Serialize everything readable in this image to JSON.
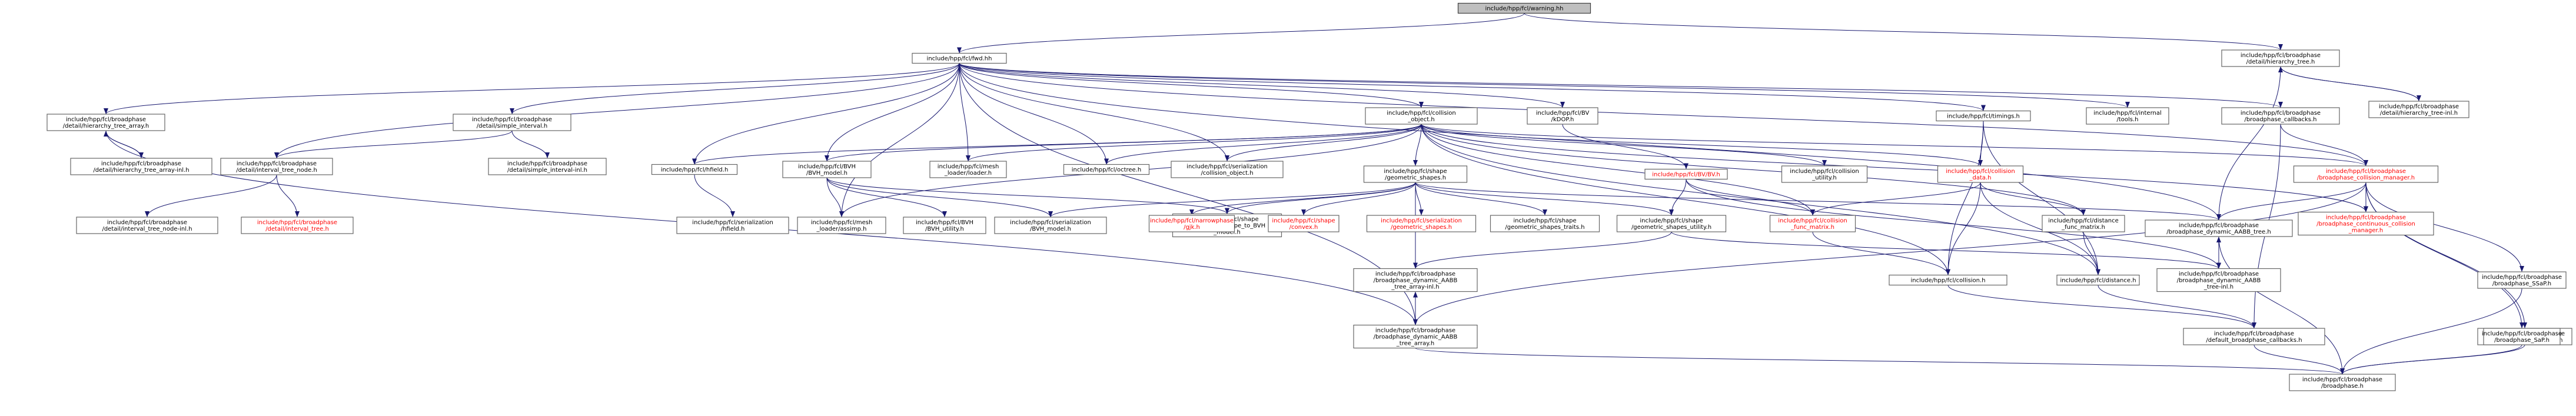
{
  "graph": {
    "nodes": [
      {
        "id": "warning",
        "lines": [
          "include/hpp/fcl/warning.hh"
        ],
        "root": true
      },
      {
        "id": "fwd",
        "lines": [
          "include/hpp/fcl/fwd.hh"
        ]
      },
      {
        "id": "hier_tree_h",
        "lines": [
          "include/hpp/fcl/broadphase",
          "/detail/hierarchy_tree.h"
        ]
      },
      {
        "id": "hier_tree_inl",
        "lines": [
          "include/hpp/fcl/broadphase",
          "/detail/hierarchy_tree-inl.h"
        ]
      },
      {
        "id": "hier_tree_array_h",
        "lines": [
          "include/hpp/fcl/broadphase",
          "/detail/hierarchy_tree_array.h"
        ]
      },
      {
        "id": "hier_tree_array_inl",
        "lines": [
          "include/hpp/fcl/broadphase",
          "/detail/hierarchy_tree_array-inl.h"
        ]
      },
      {
        "id": "simple_interval_h",
        "lines": [
          "include/hpp/fcl/broadphase",
          "/detail/simple_interval.h"
        ]
      },
      {
        "id": "simple_interval_inl",
        "lines": [
          "include/hpp/fcl/broadphase",
          "/detail/simple_interval-inl.h"
        ]
      },
      {
        "id": "interval_tree_node_h",
        "lines": [
          "include/hpp/fcl/broadphase",
          "/detail/interval_tree_node.h"
        ]
      },
      {
        "id": "interval_tree_node_inl",
        "lines": [
          "include/hpp/fcl/broadphase",
          "/detail/interval_tree_node-inl.h"
        ]
      },
      {
        "id": "interval_tree_h",
        "lines": [
          "include/hpp/fcl/broadphase",
          "/detail/interval_tree.h"
        ],
        "red": true
      },
      {
        "id": "hfield_h",
        "lines": [
          "include/hpp/fcl/hfield.h"
        ]
      },
      {
        "id": "ser_hfield",
        "lines": [
          "include/hpp/fcl/serialization",
          "/hfield.h"
        ]
      },
      {
        "id": "bvh_model",
        "lines": [
          "include/hpp/fcl/BVH",
          "/BVH_model.h"
        ]
      },
      {
        "id": "mesh_assimp",
        "lines": [
          "include/hpp/fcl/mesh",
          "_loader/assimp.h"
        ]
      },
      {
        "id": "bvh_utility",
        "lines": [
          "include/hpp/fcl/BVH",
          "/BVH_utility.h"
        ]
      },
      {
        "id": "ser_bvh_model",
        "lines": [
          "include/hpp/fcl/serialization",
          "/BVH_model.h"
        ]
      },
      {
        "id": "mesh_loader",
        "lines": [
          "include/hpp/fcl/mesh",
          "_loader/loader.h"
        ]
      },
      {
        "id": "octree",
        "lines": [
          "include/hpp/fcl/octree.h"
        ]
      },
      {
        "id": "ser_coll_obj",
        "lines": [
          "include/hpp/fcl/serialization",
          "/collision_object.h"
        ]
      },
      {
        "id": "coll_obj",
        "lines": [
          "include/hpp/fcl/collision",
          "_object.h"
        ]
      },
      {
        "id": "geom_shapes",
        "lines": [
          "include/hpp/fcl/shape",
          "/geometric_shapes.h"
        ]
      },
      {
        "id": "shape_to_bvh",
        "lines": [
          "include/hpp/fcl/shape",
          "/geometric_shape_to_BVH",
          "_model.h"
        ]
      },
      {
        "id": "gjk",
        "lines": [
          "include/hpp/fcl/narrowphase",
          "/gjk.h"
        ],
        "red": true
      },
      {
        "id": "convex",
        "lines": [
          "include/hpp/fcl/shape",
          "/convex.h"
        ],
        "red": true
      },
      {
        "id": "ser_geom_shapes",
        "lines": [
          "include/hpp/fcl/serialization",
          "/geometric_shapes.h"
        ],
        "red": true
      },
      {
        "id": "shapes_traits",
        "lines": [
          "include/hpp/fcl/shape",
          "/geometric_shapes_traits.h"
        ]
      },
      {
        "id": "shapes_utility",
        "lines": [
          "include/hpp/fcl/shape",
          "/geometric_shapes_utility.h"
        ]
      },
      {
        "id": "kdop",
        "lines": [
          "include/hpp/fcl/BV",
          "/kDOP.h"
        ]
      },
      {
        "id": "bv_h",
        "lines": [
          "include/hpp/fcl/BV/BV.h"
        ],
        "red": true
      },
      {
        "id": "coll_utility",
        "lines": [
          "include/hpp/fcl/collision",
          "_utility.h"
        ]
      },
      {
        "id": "coll_data",
        "lines": [
          "include/hpp/fcl/collision",
          "_data.h"
        ],
        "red": true
      },
      {
        "id": "coll_func_matrix",
        "lines": [
          "include/hpp/fcl/collision",
          "_func_matrix.h"
        ],
        "red": true
      },
      {
        "id": "dist_func_matrix",
        "lines": [
          "include/hpp/fcl/distance",
          "_func_matrix.h"
        ]
      },
      {
        "id": "timings",
        "lines": [
          "include/hpp/fcl/timings.h"
        ]
      },
      {
        "id": "internal_tools",
        "lines": [
          "include/hpp/fcl/internal",
          "/tools.h"
        ]
      },
      {
        "id": "bp_callbacks",
        "lines": [
          "include/hpp/fcl/broadphase",
          "/broadphase_callbacks.h"
        ]
      },
      {
        "id": "bp_coll_mgr",
        "lines": [
          "include/hpp/fcl/broadphase",
          "/broadphase_collision_manager.h"
        ],
        "red": true
      },
      {
        "id": "bp_cont_coll_mgr",
        "lines": [
          "include/hpp/fcl/broadphase",
          "/broadphase_continuous_collision",
          "_manager.h"
        ],
        "red": true
      },
      {
        "id": "bp_dyn_tree",
        "lines": [
          "include/hpp/fcl/broadphase",
          "/broadphase_dynamic_AABB_tree.h"
        ]
      },
      {
        "id": "bp_dyn_tree_inl",
        "lines": [
          "include/hpp/fcl/broadphase",
          "/broadphase_dynamic_AABB",
          "_tree-inl.h"
        ]
      },
      {
        "id": "bp_dyn_arr_inl",
        "lines": [
          "include/hpp/fcl/broadphase",
          "/broadphase_dynamic_AABB",
          "_tree_array-inl.h"
        ]
      },
      {
        "id": "bp_dyn_arr",
        "lines": [
          "include/hpp/fcl/broadphase",
          "/broadphase_dynamic_AABB",
          "_tree_array.h"
        ]
      },
      {
        "id": "collision_h",
        "lines": [
          "include/hpp/fcl/collision.h"
        ]
      },
      {
        "id": "distance_h",
        "lines": [
          "include/hpp/fcl/distance.h"
        ]
      },
      {
        "id": "default_cb",
        "lines": [
          "include/hpp/fcl/broadphase",
          "/default_broadphase_callbacks.h"
        ]
      },
      {
        "id": "bp_ssap",
        "lines": [
          "include/hpp/fcl/broadphase",
          "/broadphase_SSaP.h"
        ]
      },
      {
        "id": "bp_bruteforce",
        "lines": [
          "include/hpp/fcl/broadphase",
          "/broadphase_bruteforce.h"
        ]
      },
      {
        "id": "bp_sap",
        "lines": [
          "include/hpp/fcl/broadphase",
          "/broadphase_SaP.h"
        ]
      },
      {
        "id": "bp_h",
        "lines": [
          "include/hpp/fcl/broadphase",
          "/broadphase.h"
        ]
      }
    ],
    "edges": [
      [
        "warning",
        "fwd"
      ],
      [
        "warning",
        "hier_tree_h"
      ],
      [
        "fwd",
        "hier_tree_array_h"
      ],
      [
        "fwd",
        "simple_interval_h"
      ],
      [
        "fwd",
        "interval_tree_node_h"
      ],
      [
        "fwd",
        "hfield_h"
      ],
      [
        "fwd",
        "bvh_model"
      ],
      [
        "fwd",
        "mesh_loader"
      ],
      [
        "fwd",
        "octree"
      ],
      [
        "fwd",
        "coll_obj"
      ],
      [
        "fwd",
        "kdop"
      ],
      [
        "fwd",
        "timings"
      ],
      [
        "fwd",
        "internal_tools"
      ],
      [
        "fwd",
        "bp_callbacks"
      ],
      [
        "fwd",
        "bp_coll_mgr"
      ],
      [
        "fwd",
        "bp_dyn_tree"
      ],
      [
        "fwd",
        "bp_dyn_arr"
      ],
      [
        "fwd",
        "mesh_assimp"
      ],
      [
        "fwd",
        "ser_coll_obj"
      ],
      [
        "hier_tree_h",
        "hier_tree_inl"
      ],
      [
        "hier_tree_inl",
        "hier_tree_h"
      ],
      [
        "hier_tree_h",
        "bp_dyn_tree"
      ],
      [
        "hier_tree_array_h",
        "hier_tree_array_inl"
      ],
      [
        "hier_tree_array_inl",
        "hier_tree_array_h"
      ],
      [
        "hier_tree_array_h",
        "bp_dyn_arr"
      ],
      [
        "simple_interval_h",
        "simple_interval_inl"
      ],
      [
        "simple_interval_h",
        "interval_tree_node_h"
      ],
      [
        "interval_tree_node_h",
        "interval_tree_node_inl"
      ],
      [
        "interval_tree_node_h",
        "interval_tree_h"
      ],
      [
        "hfield_h",
        "ser_hfield"
      ],
      [
        "bvh_model",
        "mesh_assimp"
      ],
      [
        "bvh_model",
        "bvh_utility"
      ],
      [
        "bvh_model",
        "ser_bvh_model"
      ],
      [
        "bvh_model",
        "shape_to_bvh"
      ],
      [
        "coll_obj",
        "hfield_h"
      ],
      [
        "coll_obj",
        "bvh_model"
      ],
      [
        "coll_obj",
        "mesh_loader"
      ],
      [
        "coll_obj",
        "octree"
      ],
      [
        "coll_obj",
        "ser_coll_obj"
      ],
      [
        "coll_obj",
        "geom_shapes"
      ],
      [
        "coll_obj",
        "coll_utility"
      ],
      [
        "coll_obj",
        "coll_data"
      ],
      [
        "coll_obj",
        "coll_func_matrix"
      ],
      [
        "coll_obj",
        "dist_func_matrix"
      ],
      [
        "coll_obj",
        "bp_coll_mgr"
      ],
      [
        "coll_obj",
        "bp_cont_coll_mgr"
      ],
      [
        "coll_obj",
        "distance_h"
      ],
      [
        "coll_obj",
        "mesh_assimp"
      ],
      [
        "coll_obj",
        "collision_h"
      ],
      [
        "geom_shapes",
        "shape_to_bvh"
      ],
      [
        "geom_shapes",
        "gjk"
      ],
      [
        "geom_shapes",
        "convex"
      ],
      [
        "geom_shapes",
        "ser_geom_shapes"
      ],
      [
        "geom_shapes",
        "shapes_traits"
      ],
      [
        "geom_shapes",
        "shapes_utility"
      ],
      [
        "geom_shapes",
        "bp_dyn_tree"
      ],
      [
        "geom_shapes",
        "bp_dyn_arr"
      ],
      [
        "geom_shapes",
        "ser_bvh_model"
      ],
      [
        "kdop",
        "bv_h"
      ],
      [
        "bv_h",
        "shapes_utility"
      ],
      [
        "bv_h",
        "coll_func_matrix"
      ],
      [
        "bv_h",
        "bp_dyn_tree_inl"
      ],
      [
        "shapes_utility",
        "bp_dyn_arr_inl"
      ],
      [
        "shapes_utility",
        "bp_dyn_tree_inl"
      ],
      [
        "coll_data",
        "coll_func_matrix"
      ],
      [
        "coll_data",
        "dist_func_matrix"
      ],
      [
        "coll_data",
        "collision_h"
      ],
      [
        "coll_data",
        "distance_h"
      ],
      [
        "coll_func_matrix",
        "collision_h"
      ],
      [
        "dist_func_matrix",
        "distance_h"
      ],
      [
        "timings",
        "coll_data"
      ],
      [
        "timings",
        "collision_h"
      ],
      [
        "timings",
        "distance_h"
      ],
      [
        "bp_callbacks",
        "bp_coll_mgr"
      ],
      [
        "bp_callbacks",
        "default_cb"
      ],
      [
        "bp_coll_mgr",
        "bp_cont_coll_mgr"
      ],
      [
        "bp_coll_mgr",
        "bp_dyn_tree"
      ],
      [
        "bp_coll_mgr",
        "bp_dyn_arr"
      ],
      [
        "bp_coll_mgr",
        "bp_ssap"
      ],
      [
        "bp_coll_mgr",
        "bp_bruteforce"
      ],
      [
        "bp_coll_mgr",
        "bp_sap"
      ],
      [
        "bp_dyn_tree",
        "bp_dyn_tree_inl"
      ],
      [
        "bp_dyn_tree_inl",
        "bp_dyn_tree"
      ],
      [
        "bp_dyn_tree",
        "bp_h"
      ],
      [
        "bp_dyn_arr_inl",
        "bp_dyn_arr"
      ],
      [
        "bp_dyn_arr",
        "bp_dyn_arr_inl"
      ],
      [
        "bp_dyn_arr",
        "bp_h"
      ],
      [
        "collision_h",
        "default_cb"
      ],
      [
        "distance_h",
        "default_cb"
      ],
      [
        "default_cb",
        "bp_h"
      ],
      [
        "bp_ssap",
        "bp_h"
      ],
      [
        "bp_bruteforce",
        "bp_h"
      ],
      [
        "bp_sap",
        "bp_h"
      ]
    ]
  }
}
